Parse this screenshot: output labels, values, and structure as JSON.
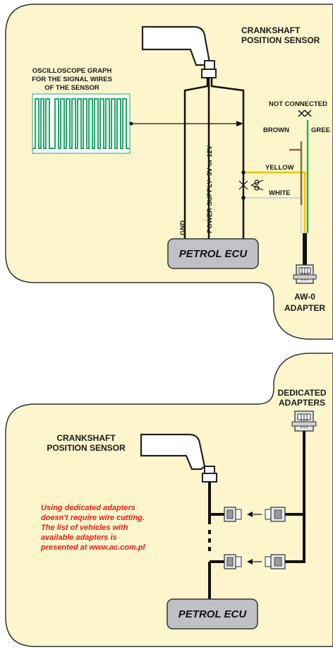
{
  "top_panel": {
    "sensor_title_line1": "CRANKSHAFT",
    "sensor_title_line2": "POSITION SENSOR",
    "osc_line1": "OSCILLOSCOPE GRAPH",
    "osc_line2": "FOR THE SIGNAL WIRES",
    "osc_line3": "OF THE SENSOR",
    "not_connected": "NOT CONNECTED",
    "brown": "BROWN",
    "green": "GREE",
    "yellow": "YELLOW",
    "white": "WHITE",
    "gnd": "GND",
    "power_supply": "POWER SUPPLY- 5V or 12V",
    "ecu_label": "PETROL ECU",
    "adapter_line1": "AW-0",
    "adapter_line2": "ADAPTER"
  },
  "bottom_panel": {
    "dedicated_line1": "DEDICATED",
    "dedicated_line2": "ADAPTERS",
    "sensor_title_line1": "CRANKSHAFT",
    "sensor_title_line2": "POSITION SENSOR",
    "note_line1": "Using dedicated adapters",
    "note_line2": "doesn't require wire cutting.",
    "note_line3": "The list of vehicles with",
    "note_line4": "available adapters is",
    "note_line5": "presented at www.ac.com.pl",
    "ecu_label": "PETROL ECU"
  },
  "colors": {
    "panel_fill": "#fdf6cc",
    "wire_black": "#111111",
    "wire_yellow": "#f2c400",
    "wire_green": "#2bb14c",
    "wire_brown": "#8a6a3a",
    "wire_white": "#d6d6d6",
    "scope_green": "#23a86a",
    "note_red": "#e0201c"
  }
}
